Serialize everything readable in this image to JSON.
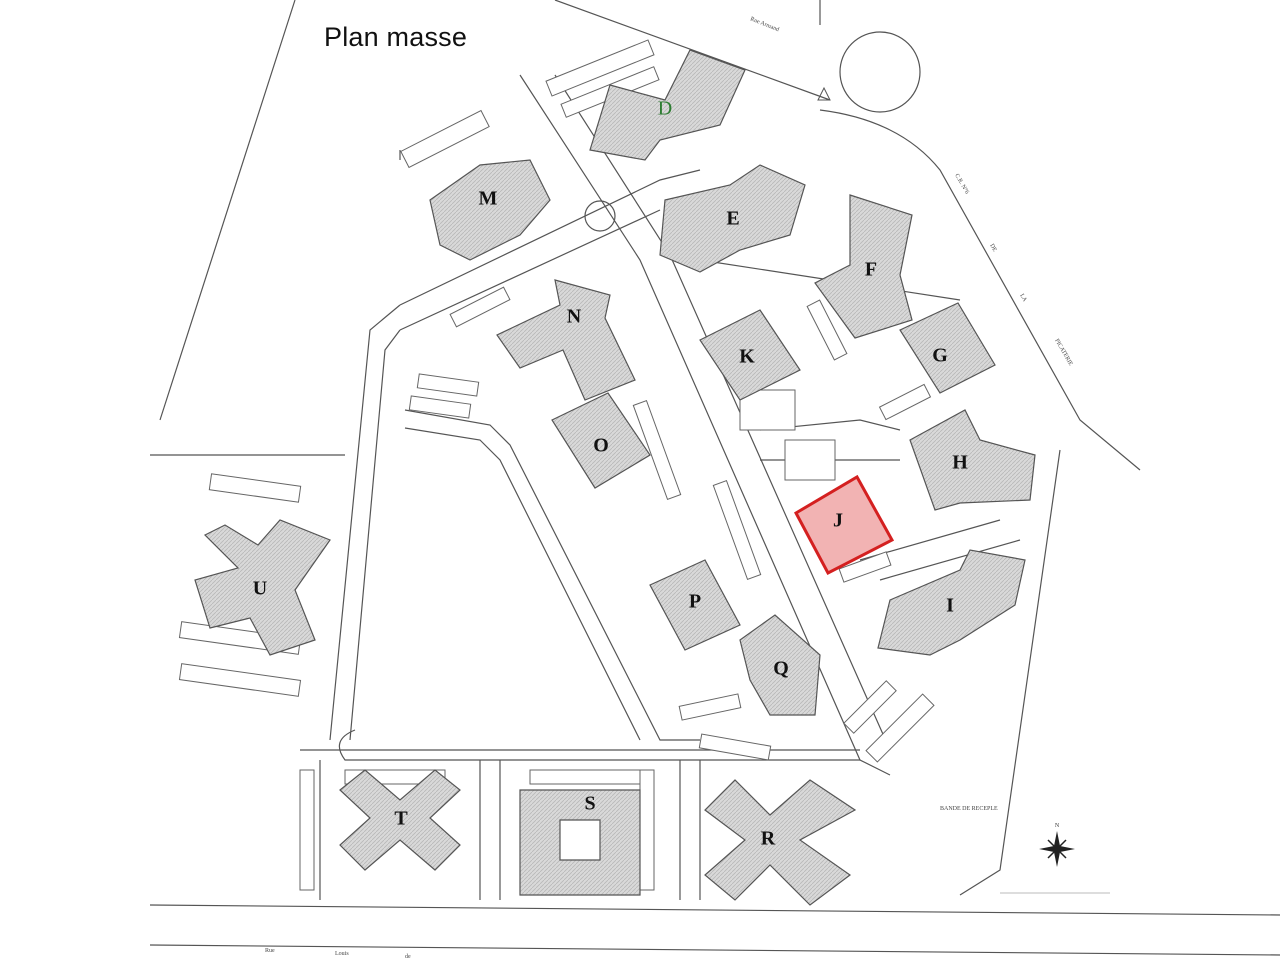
{
  "title": "Plan masse",
  "highlight_color": "#d42020",
  "highlight_fill": "#f2b3b3",
  "label_green": "#2e7d32",
  "buildings": [
    {
      "id": "D",
      "label": "D",
      "highlight": false,
      "label_color": "green"
    },
    {
      "id": "M",
      "label": "M",
      "highlight": false
    },
    {
      "id": "E",
      "label": "E",
      "highlight": false
    },
    {
      "id": "F",
      "label": "F",
      "highlight": false
    },
    {
      "id": "N",
      "label": "N",
      "highlight": false
    },
    {
      "id": "K",
      "label": "K",
      "highlight": false
    },
    {
      "id": "G",
      "label": "G",
      "highlight": false
    },
    {
      "id": "O",
      "label": "O",
      "highlight": false
    },
    {
      "id": "H",
      "label": "H",
      "highlight": false
    },
    {
      "id": "J",
      "label": "J",
      "highlight": true
    },
    {
      "id": "U",
      "label": "U",
      "highlight": false
    },
    {
      "id": "P",
      "label": "P",
      "highlight": false
    },
    {
      "id": "I",
      "label": "I",
      "highlight": false
    },
    {
      "id": "Q",
      "label": "Q",
      "highlight": false
    },
    {
      "id": "T",
      "label": "T",
      "highlight": false
    },
    {
      "id": "S",
      "label": "S",
      "highlight": false
    },
    {
      "id": "R",
      "label": "R",
      "highlight": false
    }
  ],
  "streets": {
    "top": "Rue Armand",
    "east_1": "C.R. N°6",
    "east_2": "DE",
    "east_3": "LA",
    "east_4": "PICATERIE",
    "bottom_1": "Rue",
    "bottom_2": "Louis",
    "bottom_3": "de",
    "south_east": "BANDE DE RECEPLE"
  },
  "compass": {
    "north_label": "N"
  }
}
